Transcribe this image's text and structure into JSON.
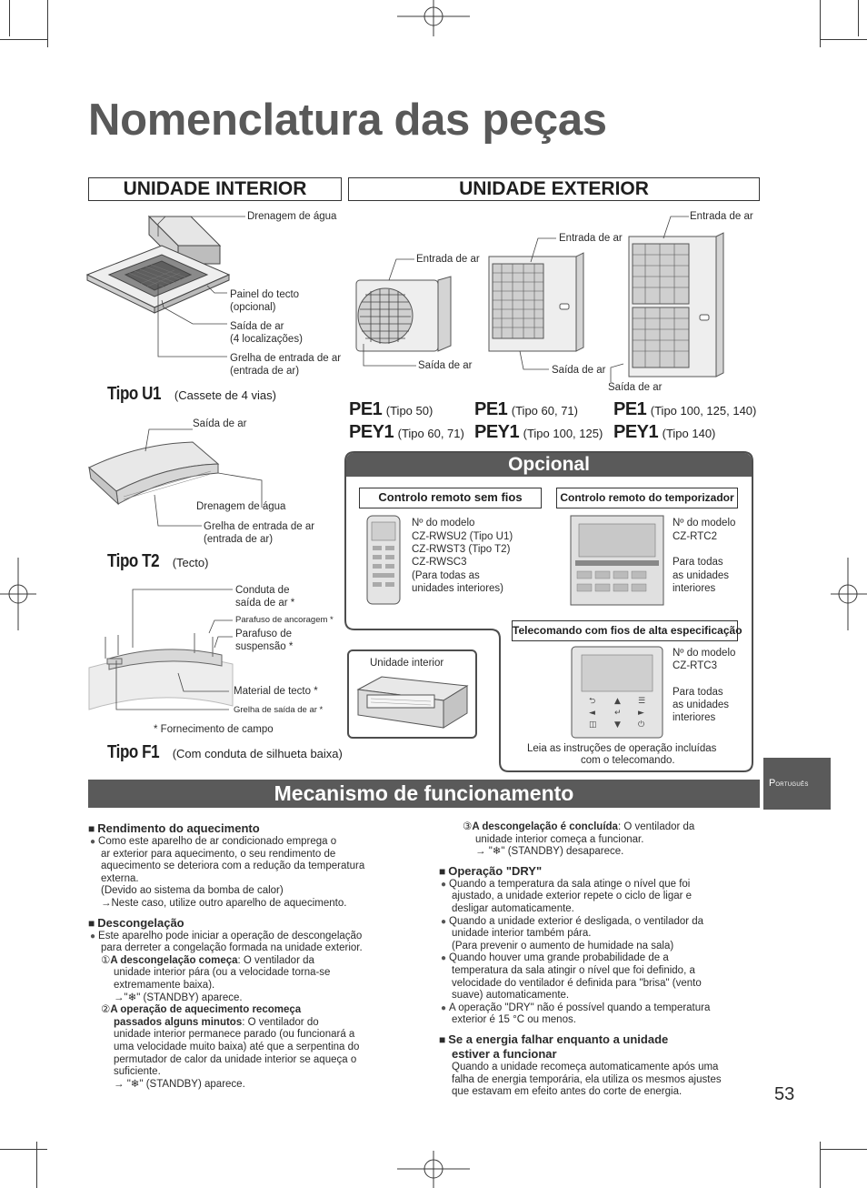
{
  "title": "Nomenclatura das peças",
  "sections": {
    "interior": "UNIDADE INTERIOR",
    "exterior": "UNIDADE EXTERIOR"
  },
  "cassette": {
    "labels": {
      "drainage": "Drenagem de água",
      "panel_1": "Painel do tecto",
      "panel_2": "(opcional)",
      "outlet_1": "Saída de ar",
      "outlet_2": "(4 localizações)",
      "grille_1": "Grelha de entrada de ar",
      "grille_2": "(entrada de ar)"
    },
    "type_code": "Tipo U1",
    "type_desc": "(Cassete de 4 vias)"
  },
  "ceiling": {
    "labels": {
      "outlet": "Saída de ar",
      "drainage": "Drenagem de água",
      "grille_1": "Grelha de entrada de ar",
      "grille_2": "(entrada de ar)"
    },
    "type_code": "Tipo T2",
    "type_desc": "(Tecto)"
  },
  "duct": {
    "labels": {
      "duct_1": "Conduta de",
      "duct_2": "saída de ar *",
      "anchor": "Parafuso de ancoragem *",
      "susp_1": "Parafuso de",
      "susp_2": "suspensão *",
      "ceiling_mat": "Material de tecto *",
      "outlet_grille": "Grelha de saída de ar *",
      "supply_note": "* Fornecimento de campo",
      "indoor_unit": "Unidade interior"
    },
    "type_code": "Tipo F1",
    "type_desc": "(Com conduta de silhueta baixa)"
  },
  "outdoor": {
    "labels": {
      "inlet_small": "Entrada de ar",
      "inlet_mid": "Entrada de ar",
      "inlet_big": "Entrada de ar",
      "outlet_small": "Saída de ar",
      "outlet_mid": "Saída de ar",
      "outlet_big": "Saída de ar"
    },
    "models": [
      {
        "pe": "PE1",
        "pe_type": "(Tipo 50)",
        "pey": "PEY1",
        "pey_type": "(Tipo 60, 71)"
      },
      {
        "pe": "PE1",
        "pe_type": "(Tipo 60, 71)",
        "pey": "PEY1",
        "pey_type": "(Tipo 100, 125)"
      },
      {
        "pe": "PE1",
        "pe_type": "(Tipo 100, 125, 140)",
        "pey": "PEY1",
        "pey_type": "(Tipo 140)"
      }
    ]
  },
  "optional": {
    "header": "Opcional",
    "wireless": {
      "title": "Controlo remoto sem fios",
      "lines": [
        "Nº do modelo",
        "CZ-RWSU2 (Tipo U1)",
        "CZ-RWST3 (Tipo T2)",
        "CZ-RWSC3",
        "(Para todas as",
        "unidades interiores)"
      ]
    },
    "timer": {
      "title": "Controlo remoto do temporizador",
      "lines": [
        "Nº do modelo",
        "CZ-RTC2",
        "",
        "Para todas",
        "as unidades",
        "interiores"
      ]
    },
    "wired_hi": {
      "title": "Telecomando com fios de alta especificação",
      "lines": [
        "Nº do modelo",
        "CZ-RTC3",
        "",
        "Para todas",
        "as unidades",
        "interiores"
      ]
    },
    "note_1": "Leia as instruções de operação incluídas",
    "note_2": "com o telecomando."
  },
  "mechanism": {
    "title": "Mecanismo de funcionamento",
    "heating": {
      "heading": "Rendimento do aquecimento",
      "b1": [
        "Como este aparelho de ar condicionado emprega o",
        "ar exterior para aquecimento, o seu rendimento de",
        "aquecimento se deteriora com a redução da temperatura",
        "externa."
      ],
      "b1_extra": [
        "(Devido ao sistema da bomba de calor)",
        "→Neste caso, utilize outro aparelho de aquecimento."
      ]
    },
    "defrost": {
      "heading": "Descongelação",
      "b1": [
        "Este aparelho pode iniciar a operação de descongelação",
        "para derreter a congelação formada na unidade exterior."
      ],
      "s1_num": "①",
      "s1_bold": "A descongelação começa",
      "s1_rest": ": O ventilador da",
      "s1_lines": [
        "unidade interior pára (ou a velocidade torna-se",
        "extremamente baixa)."
      ],
      "s1_arrow": "→\"❄\" (STANDBY) aparece.",
      "s2_num": "②",
      "s2_bold_1": "A operação de aquecimento recomeça",
      "s2_bold_2": "passados alguns minutos",
      "s2_rest": ": O ventilador do",
      "s2_lines": [
        "unidade interior permanece parado (ou funcionará a",
        "uma velocidade muito baixa) até que a serpentina do",
        "permutador de calor da unidade interior se aqueça o",
        "suficiente."
      ],
      "s2_arrow": "→ \"❄\" (STANDBY) aparece.",
      "s3_num": "③",
      "s3_bold": "A descongelação é concluída",
      "s3_rest": ": O ventilador da",
      "s3_lines": [
        "unidade interior começa a funcionar."
      ],
      "s3_arrow": "→ \"❄\" (STANDBY) desaparece."
    },
    "dry": {
      "heading": "Operação \"DRY\"",
      "b1": [
        "Quando a temperatura da sala atinge o nível que foi",
        "ajustado, a unidade exterior repete o ciclo de ligar e",
        "desligar automaticamente."
      ],
      "b2": [
        "Quando a unidade exterior é desligada, o ventilador da",
        "unidade interior também pára.",
        "(Para prevenir o aumento de humidade na sala)"
      ],
      "b3": [
        "Quando houver uma grande probabilidade de a",
        "temperatura da sala atingir o nível que foi definido, a",
        "velocidade do ventilador é definida para \"brisa\" (vento",
        "suave) automaticamente."
      ],
      "b4": [
        "A operação \"DRY\" não é possível quando a temperatura",
        "exterior é 15 °C ou menos."
      ]
    },
    "power": {
      "heading_1": "Se a energia falhar enquanto a unidade",
      "heading_2": "estiver a funcionar",
      "lines": [
        "Quando a unidade recomeça automaticamente após uma",
        "falha de energia temporária, ela utiliza os mesmos ajustes",
        "que estavam em efeito antes do corte de energia."
      ]
    }
  },
  "language_tab": {
    "initial": "P",
    "rest": "ORTUGUÊS"
  },
  "page_number": "53"
}
